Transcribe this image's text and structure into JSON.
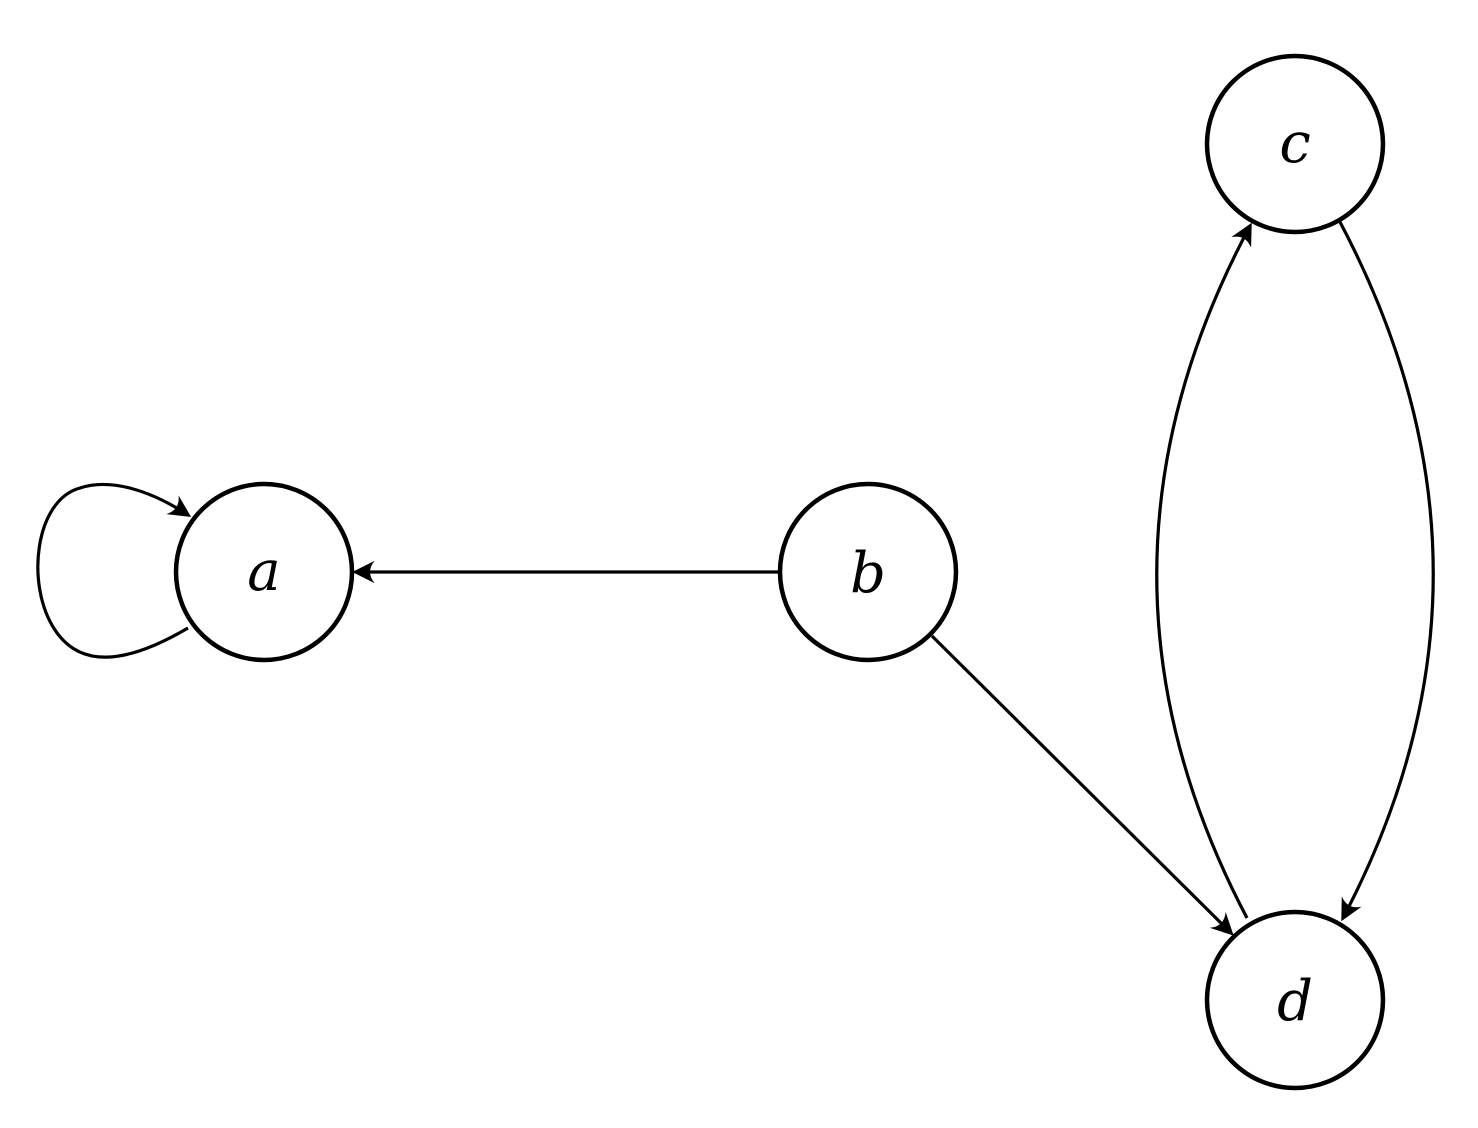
{
  "diagram": {
    "type": "directed-graph",
    "nodes": [
      {
        "id": "a",
        "label": "a"
      },
      {
        "id": "b",
        "label": "b"
      },
      {
        "id": "c",
        "label": "c"
      },
      {
        "id": "d",
        "label": "d"
      }
    ],
    "edges": [
      {
        "id": "a-a",
        "from": "a",
        "to": "a",
        "kind": "self-loop"
      },
      {
        "id": "b-a",
        "from": "b",
        "to": "a",
        "kind": "straight"
      },
      {
        "id": "b-d",
        "from": "b",
        "to": "d",
        "kind": "straight"
      },
      {
        "id": "c-d",
        "from": "c",
        "to": "d",
        "kind": "curved"
      },
      {
        "id": "d-c",
        "from": "d",
        "to": "c",
        "kind": "curved"
      }
    ],
    "colors": {
      "stroke": "#000000",
      "background": "#ffffff"
    }
  }
}
